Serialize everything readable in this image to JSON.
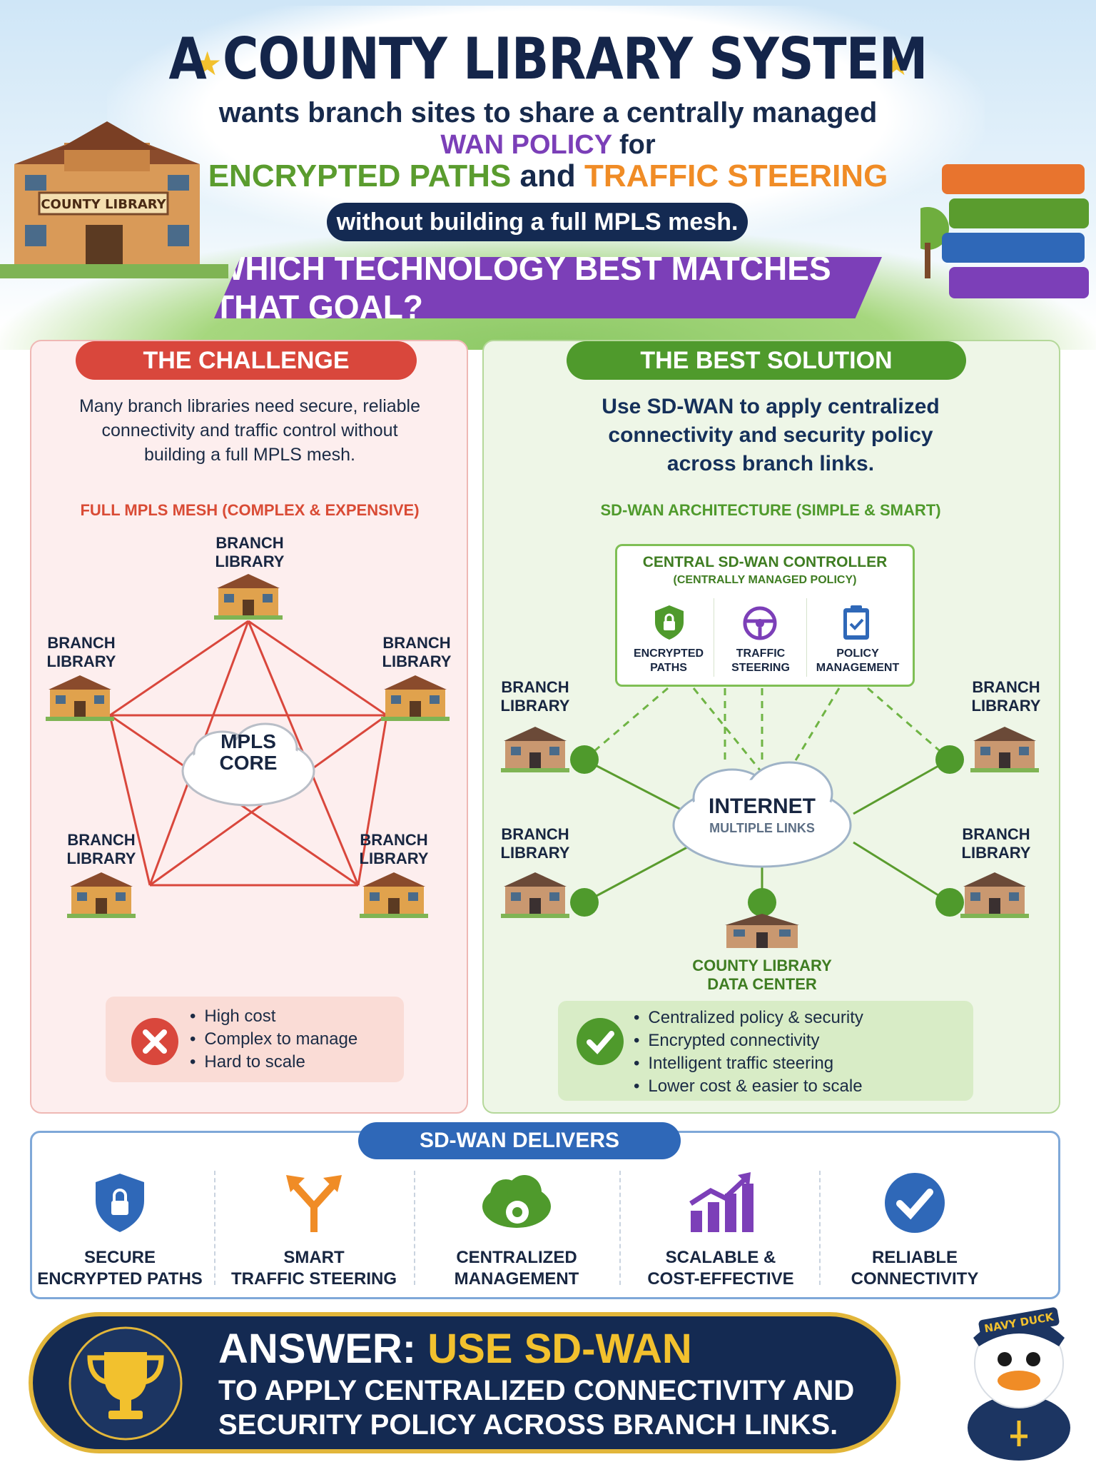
{
  "header": {
    "title": "A COUNTY LIBRARY SYSTEM",
    "line1": "wants branch sites to share a centrally managed",
    "line2_prefix": "",
    "line2_highlight": "WAN POLICY",
    "line2_suffix": "for",
    "line3_green": "ENCRYPTED PATHS",
    "line3_mid": "and",
    "line3_orange": "TRAFFIC STEERING",
    "pill": "without building a full MPLS mesh.",
    "question": "WHICH TECHNOLOGY BEST MATCHES THAT GOAL?",
    "building_sign": "COUNTY LIBRARY"
  },
  "challenge": {
    "title": "THE CHALLENGE",
    "text": "Many branch libraries need secure, reliable connectivity and traffic control without building a full MPLS mesh.",
    "caption": "FULL MPLS MESH (COMPLEX & EXPENSIVE)",
    "core_line1": "MPLS",
    "core_line2": "CORE",
    "node_line1": "BRANCH",
    "node_line2": "LIBRARY",
    "cons": [
      "High cost",
      "Complex to manage",
      "Hard to scale"
    ]
  },
  "solution": {
    "title": "THE BEST SOLUTION",
    "text": "Use SD-WAN to apply centralized connectivity and security policy across branch links.",
    "caption": "SD-WAN ARCHITECTURE (SIMPLE & SMART)",
    "controller_title": "CENTRAL SD-WAN CONTROLLER",
    "controller_sub": "(CENTRALLY MANAGED POLICY)",
    "features": [
      {
        "l1": "ENCRYPTED",
        "l2": "PATHS"
      },
      {
        "l1": "TRAFFIC",
        "l2": "STEERING"
      },
      {
        "l1": "POLICY",
        "l2": "MANAGEMENT"
      }
    ],
    "internet_title": "INTERNET",
    "internet_sub": "MULTIPLE LINKS",
    "node_line1": "BRANCH",
    "node_line2": "LIBRARY",
    "dc_line1": "COUNTY LIBRARY",
    "dc_line2": "DATA CENTER",
    "pros": [
      "Centralized policy & security",
      "Encrypted connectivity",
      "Intelligent traffic steering",
      "Lower cost & easier to scale"
    ]
  },
  "delivers": {
    "title": "SD-WAN DELIVERS",
    "items": [
      {
        "l1": "SECURE",
        "l2": "ENCRYPTED PATHS",
        "icon": "shield-lock-icon"
      },
      {
        "l1": "SMART",
        "l2": "TRAFFIC STEERING",
        "icon": "split-arrow-icon"
      },
      {
        "l1": "CENTRALIZED",
        "l2": "MANAGEMENT",
        "icon": "cloud-gear-icon"
      },
      {
        "l1": "SCALABLE &",
        "l2": "COST-EFFECTIVE",
        "icon": "growth-chart-icon"
      },
      {
        "l1": "RELIABLE",
        "l2": "CONNECTIVITY",
        "icon": "check-circle-icon"
      }
    ]
  },
  "answer": {
    "label": "ANSWER:",
    "highlight": "USE SD-WAN",
    "line2": "TO APPLY CENTRALIZED CONNECTIVITY AND",
    "line3": "SECURITY POLICY ACROSS BRANCH LINKS.",
    "mascot_hat": "NAVY DUCK"
  },
  "colors": {
    "navy": "#142a52",
    "purple": "#7c3fb8",
    "green": "#5a9c2e",
    "orange": "#f08c26",
    "red": "#d9473c",
    "blue": "#2f68b8",
    "gold": "#f2c12e"
  }
}
